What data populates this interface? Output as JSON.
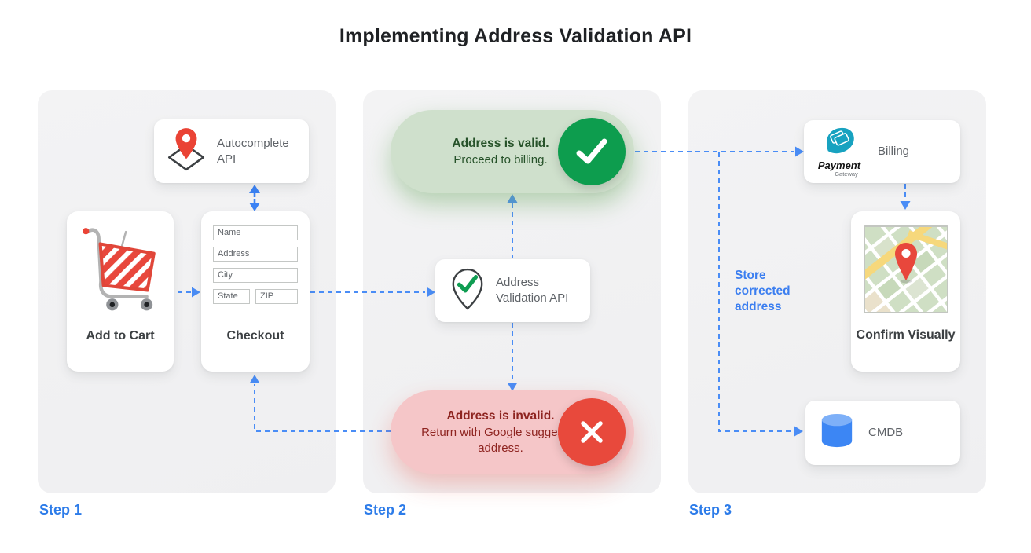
{
  "title": "Implementing Address Validation API",
  "colors": {
    "step_label_blue": "#2d7ce9",
    "arrow_blue": "#4a8df6",
    "valid_pill_bg": "#cfe0cc",
    "valid_text": "#265229",
    "valid_circle": "#0d9d4e",
    "invalid_pill_bg": "#f5c6c8",
    "invalid_text": "#8e2420",
    "invalid_circle": "#e8493c",
    "payment_teal": "#17a2c0",
    "cart_red": "#ea4335",
    "cmdb_blue": "#3c86f4",
    "panel_gray": "#f1f1f2"
  },
  "steps": [
    {
      "label": "Step 1"
    },
    {
      "label": "Step 2"
    },
    {
      "label": "Step 3"
    }
  ],
  "step1": {
    "autocomplete": {
      "label": "Autocomplete API",
      "icon": "map-pin-diamond-icon"
    },
    "add_to_cart": {
      "label": "Add to Cart",
      "icon": "shopping-cart-icon"
    },
    "checkout": {
      "label": "Checkout",
      "fields": [
        "Name",
        "Address",
        "City",
        "State",
        "ZIP"
      ]
    }
  },
  "step2": {
    "valid": {
      "title": "Address is valid.",
      "subtitle": "Proceed to billing.",
      "icon": "check-circle-icon"
    },
    "validation_api": {
      "label": "Address Validation API",
      "icon": "map-pin-check-icon"
    },
    "invalid": {
      "title": "Address is invalid.",
      "subtitle": "Return with Google suggested address.",
      "icon": "x-circle-icon"
    }
  },
  "step3": {
    "billing": {
      "label": "Billing",
      "logo_title": "Payment",
      "logo_subtitle": "Gateway",
      "icon": "payment-gateway-logo"
    },
    "confirm": {
      "label": "Confirm Visually",
      "icon": "map-thumbnail"
    },
    "cmdb": {
      "label": "CMDB",
      "icon": "database-icon"
    },
    "store_note": "Store corrected address"
  }
}
